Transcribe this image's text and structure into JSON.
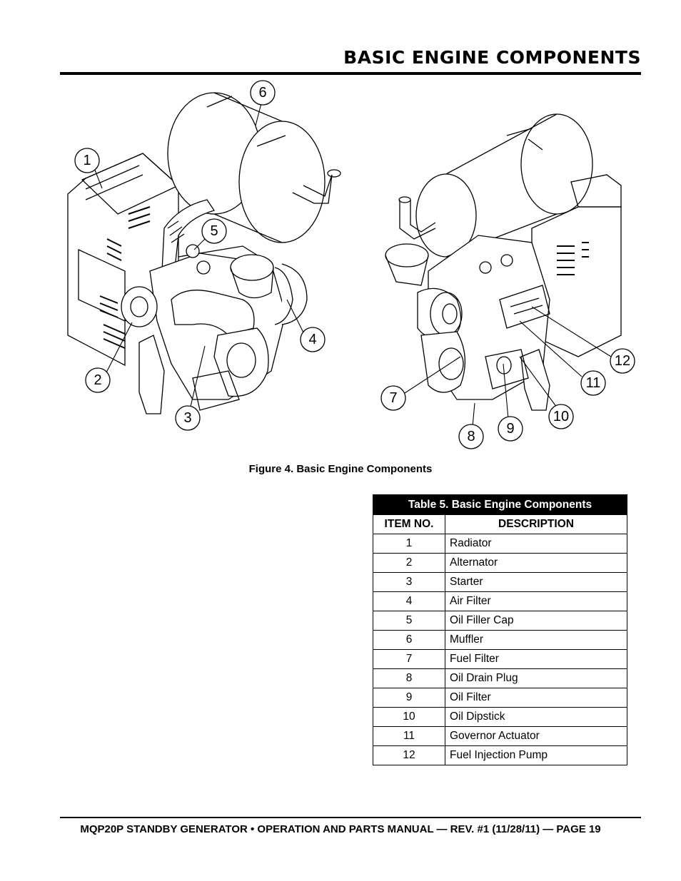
{
  "header": {
    "title": "BASIC ENGINE COMPONENTS"
  },
  "figure": {
    "caption": "Figure 4. Basic Engine Components",
    "callouts": [
      "1",
      "2",
      "3",
      "4",
      "5",
      "6",
      "7",
      "8",
      "9",
      "10",
      "11",
      "12"
    ]
  },
  "table": {
    "caption": "Table 5. Basic Engine Components",
    "headers": [
      "ITEM NO.",
      "DESCRIPTION"
    ],
    "rows": [
      {
        "no": "1",
        "desc": "Radiator"
      },
      {
        "no": "2",
        "desc": "Alternator"
      },
      {
        "no": "3",
        "desc": "Starter"
      },
      {
        "no": "4",
        "desc": "Air Filter"
      },
      {
        "no": "5",
        "desc": "Oil Filler Cap"
      },
      {
        "no": "6",
        "desc": "Muffler"
      },
      {
        "no": "7",
        "desc": "Fuel Filter"
      },
      {
        "no": "8",
        "desc": "Oil Drain Plug"
      },
      {
        "no": "9",
        "desc": "Oil Filter"
      },
      {
        "no": "10",
        "desc": "Oil Dipstick"
      },
      {
        "no": "11",
        "desc": "Governor Actuator"
      },
      {
        "no": "12",
        "desc": "Fuel Injection Pump"
      }
    ]
  },
  "footer": {
    "text": "MQP20P STANDBY GENERATOR • OPERATION AND PARTS MANUAL — REV. #1 (11/28/11) — PAGE 19"
  }
}
